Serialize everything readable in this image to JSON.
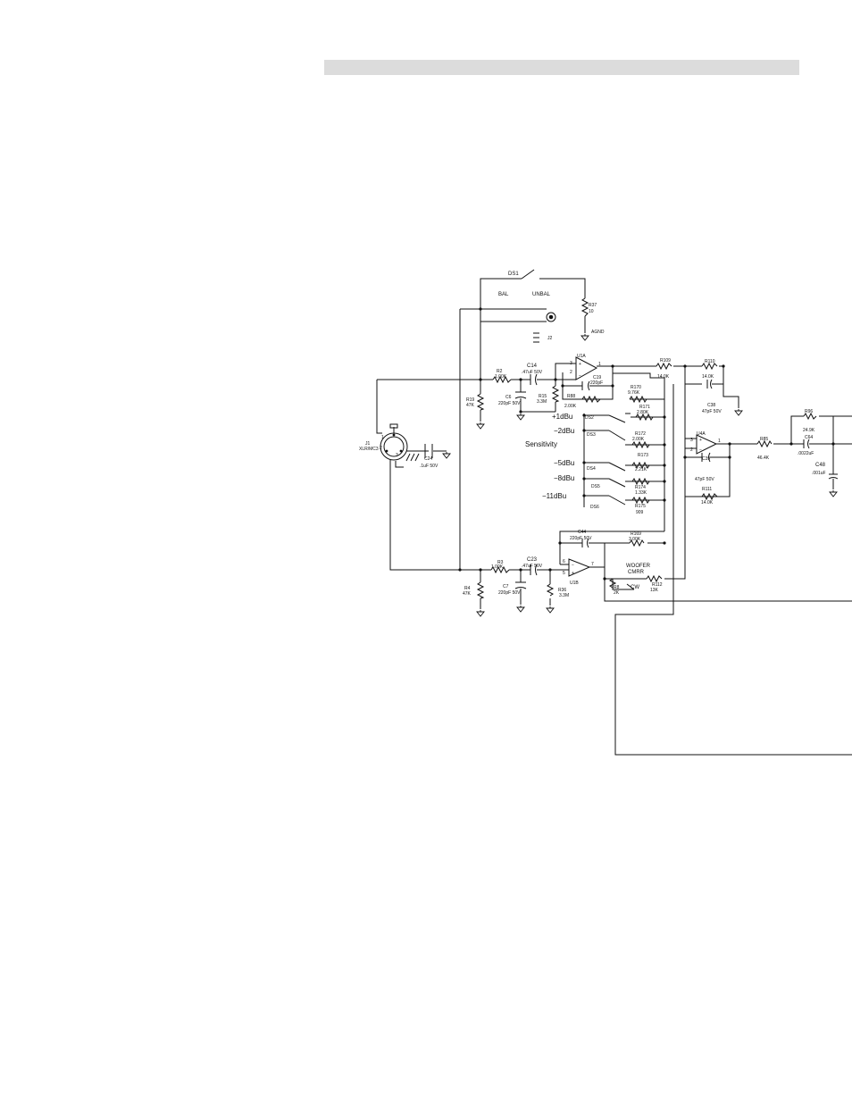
{
  "colors": {
    "header_bar": "#dcdcdc",
    "ink": "#111111"
  },
  "switches": {
    "ds1": "DS1",
    "bal": "BAL",
    "unbal": "UNBAL",
    "ds2": "DS2",
    "ds3": "DS3",
    "ds4": "DS4",
    "ds5": "DS5",
    "ds6": "DS6"
  },
  "connectors": {
    "j2_ref": "J2",
    "j1_ref": "J1",
    "j1_type": "XLR/MC3",
    "xlr_pin1": "1",
    "xlr_pin2": "2",
    "xlr_pin3": "3",
    "ground_label": "AGND"
  },
  "sensitivity": {
    "title": "Sensitivity",
    "levels": [
      "+1dBu",
      "−2dBu",
      "−5dBu",
      "−8dBu",
      "−11dBu"
    ]
  },
  "woofer_cmrr": {
    "line1": "WOOFER",
    "line2": "CMRR",
    "cw": "CW"
  },
  "opamps": {
    "u1a": "U1A",
    "u1b": "U1B",
    "u4a": "U4A",
    "u1a_p3": "3",
    "u1a_p2": "2",
    "u1a_p1": "1",
    "u1b_p6": "6",
    "u1b_p5": "5",
    "u1b_p7": "7",
    "u4a_p3": "3",
    "u4a_p2": "2",
    "u4a_p1": "1"
  },
  "components": [
    {
      "ref": "R37",
      "val": "10"
    },
    {
      "ref": "R2",
      "val": "1.00K"
    },
    {
      "ref": "C14",
      "val": ".47uF 50V"
    },
    {
      "ref": "R19",
      "val": "47K"
    },
    {
      "ref": "C6",
      "val": "220pF 50V"
    },
    {
      "ref": "R15",
      "val": "3.3M"
    },
    {
      "ref": "C19",
      "val": "220pF"
    },
    {
      "ref": "R88",
      "val": "2.00K"
    },
    {
      "ref": "R170",
      "val": "9.76K"
    },
    {
      "ref": "R171",
      "val": "2.80K"
    },
    {
      "ref": "R172",
      "val": "2.00K"
    },
    {
      "ref": "R173",
      "val": "2.21K"
    },
    {
      "ref": "R174",
      "val": "1.33K"
    },
    {
      "ref": "R175",
      "val": "909"
    },
    {
      "ref": "R109",
      "val": "14.0K"
    },
    {
      "ref": "R110",
      "val": "14.0K"
    },
    {
      "ref": "C38",
      "val": "47pF 50V"
    },
    {
      "ref": "C39",
      "val": "47pF 50V"
    },
    {
      "ref": "R111",
      "val": "14.0K"
    },
    {
      "ref": "R85",
      "val": "46.4K"
    },
    {
      "ref": "R96",
      "val": "24.9K"
    },
    {
      "ref": "C64",
      "val": ".0022uF"
    },
    {
      "ref": "C48",
      "val": ".001uF"
    },
    {
      "ref": "C24",
      "val": ".1uF 50V"
    },
    {
      "ref": "C44",
      "val": "220pF 50V"
    },
    {
      "ref": "R169",
      "val": "3.00K"
    },
    {
      "ref": "R3",
      "val": "1.00K"
    },
    {
      "ref": "C23",
      "val": ".47uF 50V"
    },
    {
      "ref": "R4",
      "val": "47K"
    },
    {
      "ref": "C7",
      "val": "220pF 50V"
    },
    {
      "ref": "R36",
      "val": "3.3M"
    },
    {
      "ref": "R8",
      "val": "2K"
    },
    {
      "ref": "R112",
      "val": "13K"
    }
  ]
}
